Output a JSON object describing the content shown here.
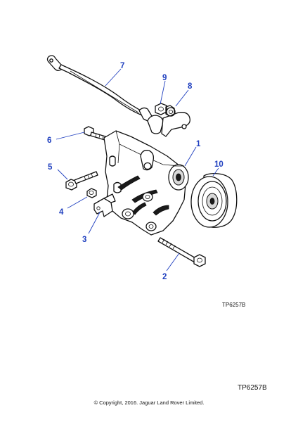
{
  "callouts": [
    {
      "id": "1",
      "label": "1"
    },
    {
      "id": "2",
      "label": "2"
    },
    {
      "id": "3",
      "label": "3"
    },
    {
      "id": "4",
      "label": "4"
    },
    {
      "id": "5",
      "label": "5"
    },
    {
      "id": "6",
      "label": "6"
    },
    {
      "id": "7",
      "label": "7"
    },
    {
      "id": "8",
      "label": "8"
    },
    {
      "id": "9",
      "label": "9"
    },
    {
      "id": "10",
      "label": "10"
    }
  ],
  "reference_inner": "TP6257B",
  "reference_outer": "TP6257B",
  "copyright": "© Copyright, 2016. Jaguar Land Rover Limited.",
  "colors": {
    "callout": "#1f3fbf",
    "line": "#111111",
    "background": "#ffffff"
  }
}
